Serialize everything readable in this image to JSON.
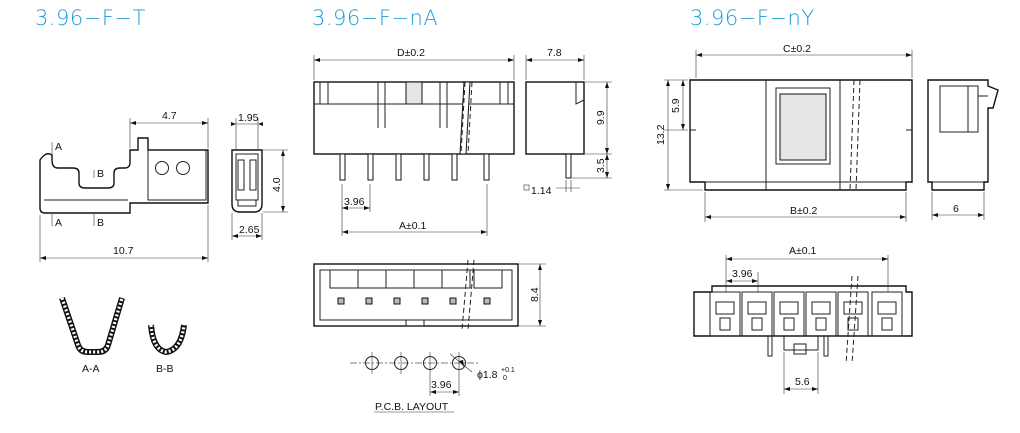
{
  "colors": {
    "title": "#1e9bd7",
    "line": "#111111"
  },
  "terminal": {
    "title": "3.96−F−T",
    "section_a_top": "A",
    "section_a_bottom": "A",
    "section_b_top": "B",
    "section_b_bottom": "B",
    "dim_tab": "4.7",
    "dim_length": "10.7",
    "dim_width": "1.95",
    "dim_height": "4.0",
    "dim_base": "2.65",
    "label_aa": "A-A",
    "label_bb": "B-B"
  },
  "header_na": {
    "title": "3.96−F−nA",
    "dim_d": "D±0.2",
    "dim_a": "A±0.1",
    "dim_pitch": "3.96",
    "dim_side_width": "7.8",
    "dim_side_height": "9.9",
    "dim_pin_length": "3.5",
    "dim_pin_square": "1.14",
    "dim_depth": "8.4",
    "dim_hole": "ϕ1.8",
    "dim_hole_tol_upper": "+0.1",
    "dim_hole_tol_lower": "0",
    "dim_layout_pitch": "3.96",
    "pcb_layout_label": "P.C.B. LAYOUT"
  },
  "housing_ny": {
    "title": "3.96−F−nY",
    "dim_c": "C±0.2",
    "dim_b": "B±0.2",
    "dim_total_height": "13.2",
    "dim_upper_height": "5.9",
    "dim_side_width": "6",
    "dim_a": "A±0.1",
    "dim_pitch": "3.96",
    "dim_latch": "5.6"
  }
}
